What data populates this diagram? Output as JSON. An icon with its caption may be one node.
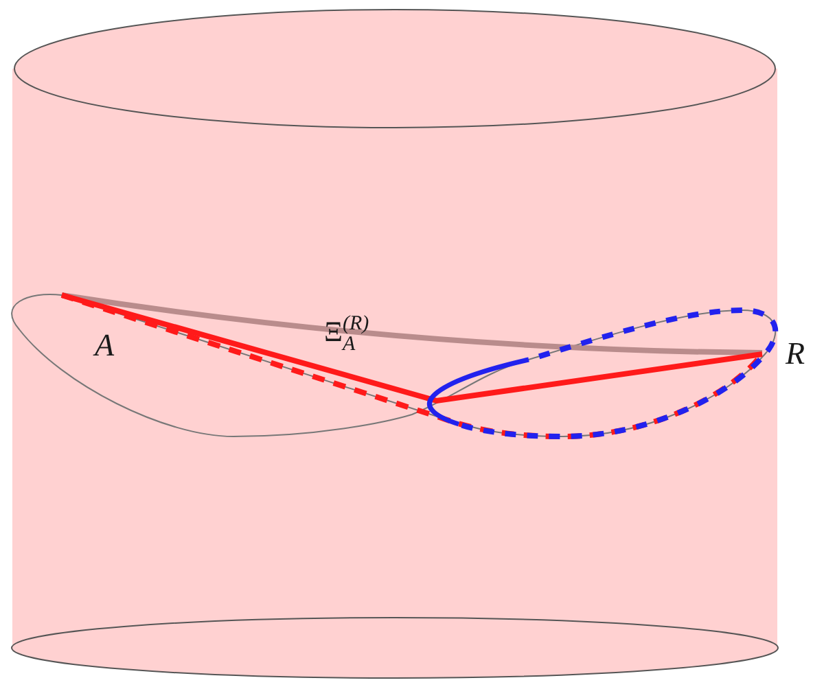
{
  "diagram": {
    "labels": [
      "A",
      "Ξ$_{A}$$^{(R)}$",
      "R"
    ]
  }
}
